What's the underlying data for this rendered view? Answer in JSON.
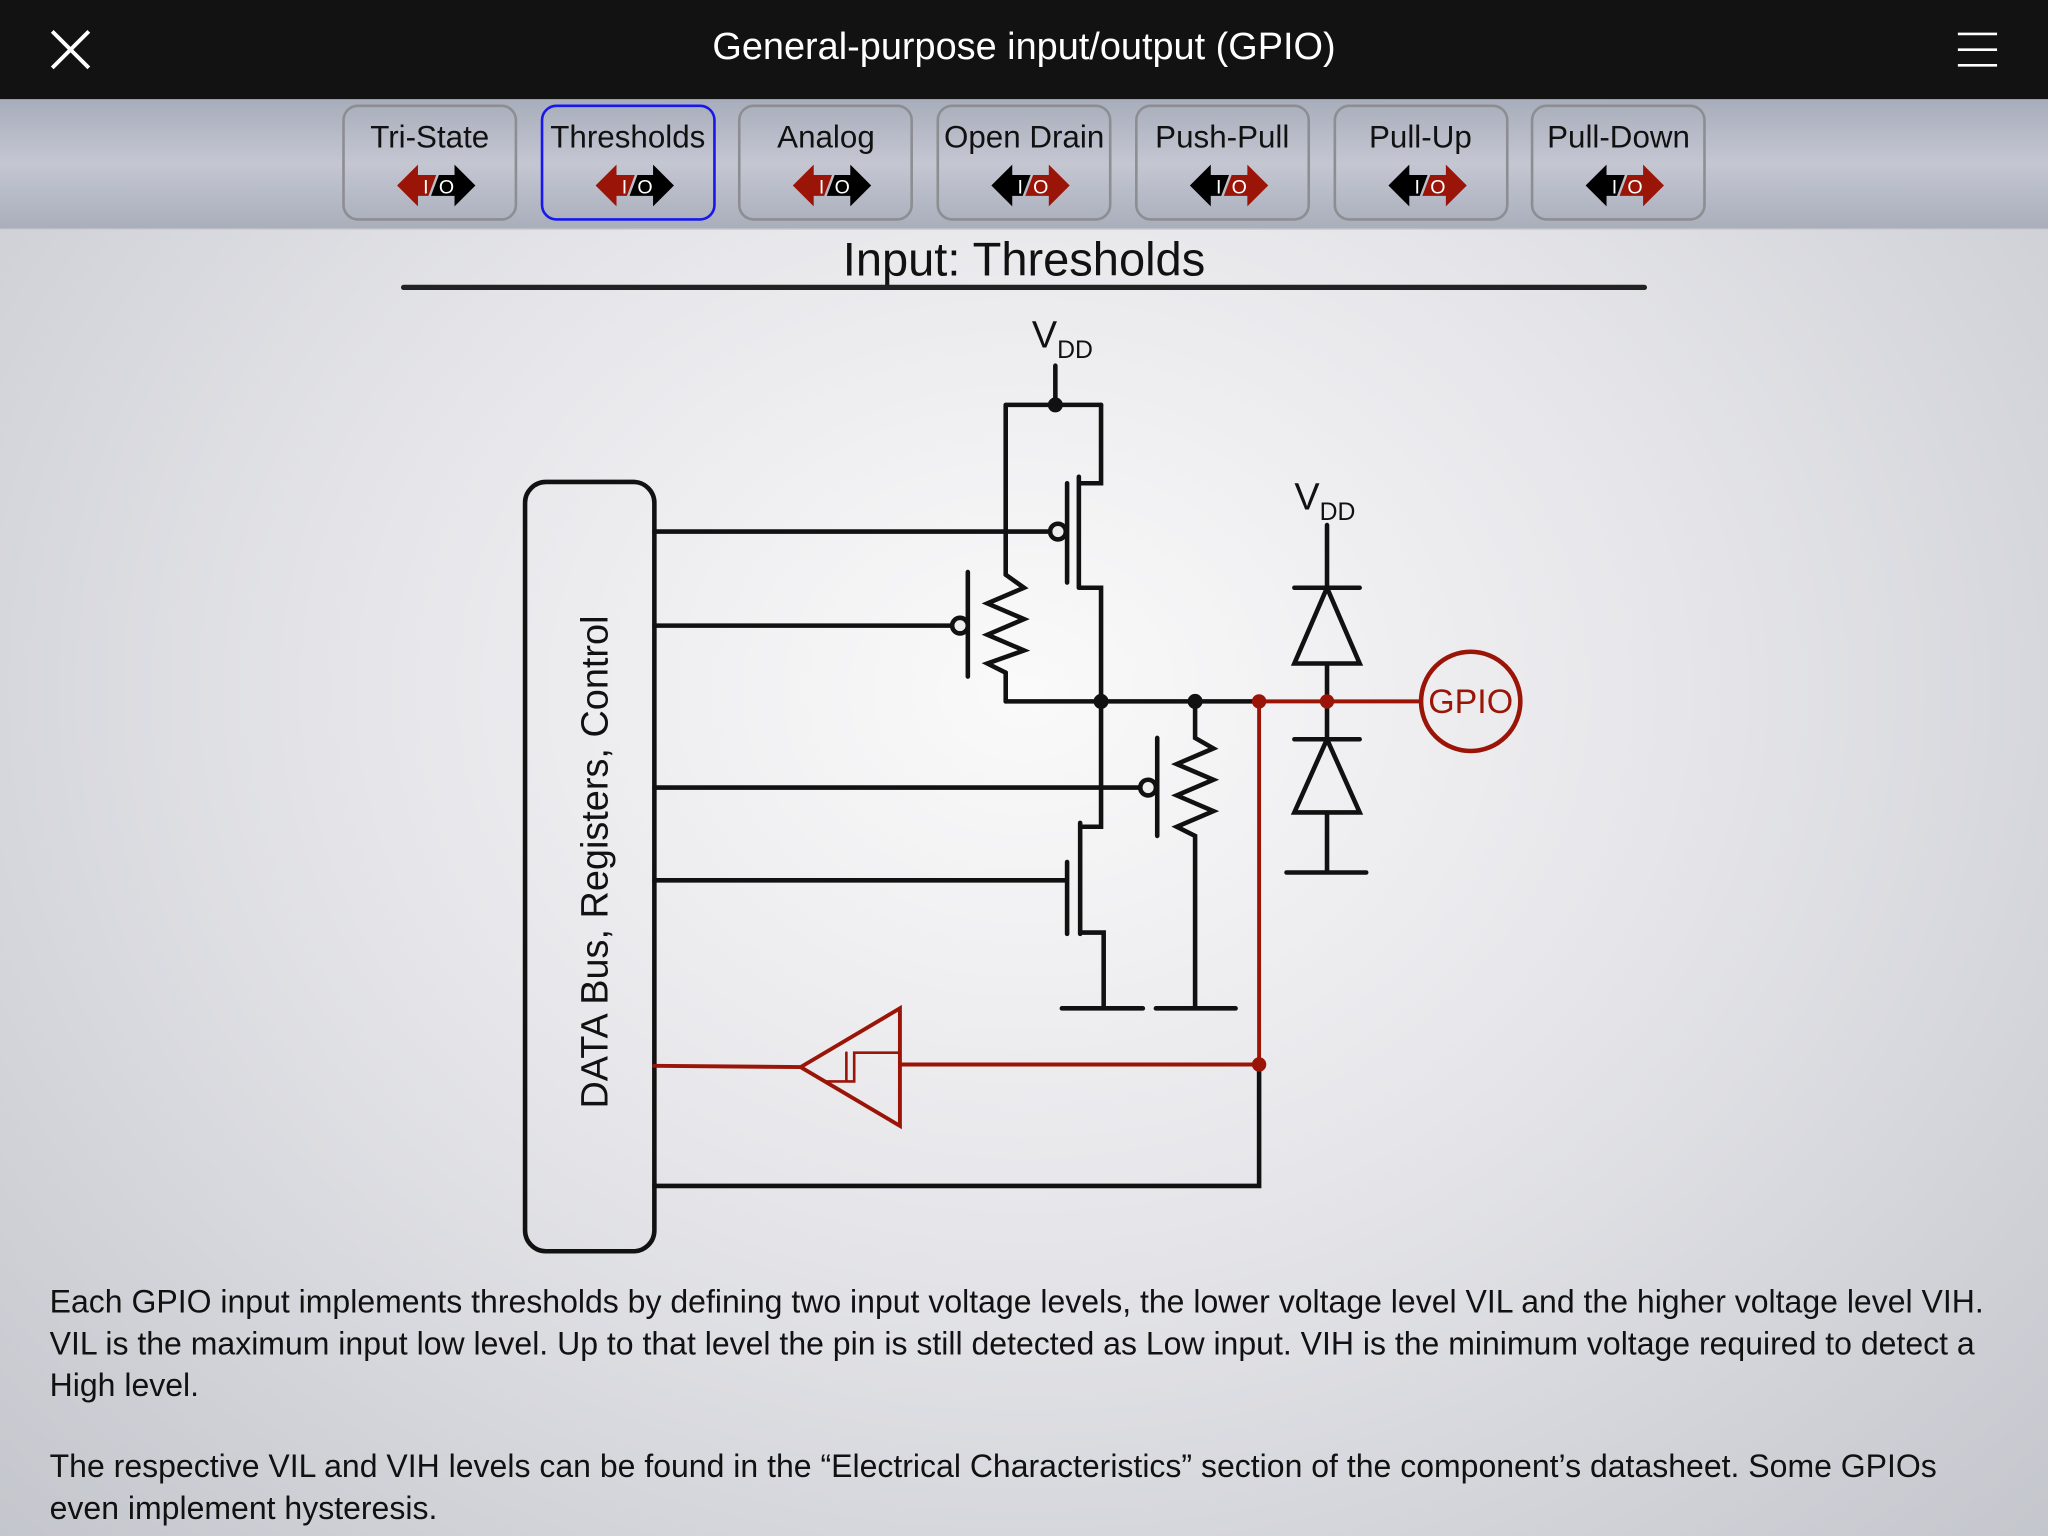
{
  "header": {
    "title": "General-purpose input/output (GPIO)",
    "close_icon": "close-icon",
    "menu_icon": "hamburger-menu-icon"
  },
  "tabs": [
    {
      "label": "Tri-State",
      "left_color": "#9a1508",
      "right_color": "#000000",
      "active": false
    },
    {
      "label": "Thresholds",
      "left_color": "#9a1508",
      "right_color": "#000000",
      "active": true
    },
    {
      "label": "Analog",
      "left_color": "#9a1508",
      "right_color": "#000000",
      "active": false
    },
    {
      "label": "Open Drain",
      "left_color": "#000000",
      "right_color": "#9a1508",
      "active": false
    },
    {
      "label": "Push-Pull",
      "left_color": "#000000",
      "right_color": "#9a1508",
      "active": false
    },
    {
      "label": "Pull-Up",
      "left_color": "#000000",
      "right_color": "#9a1508",
      "active": false
    },
    {
      "label": "Pull-Down",
      "left_color": "#000000",
      "right_color": "#9a1508",
      "active": false
    }
  ],
  "io_icon": {
    "i": "I",
    "o": "O"
  },
  "page_title": "Input: Thresholds",
  "diagram": {
    "box_label": "DATA Bus, Registers, Control",
    "vdd": "V",
    "vdd_sub": "DD",
    "gpio": "GPIO",
    "accent": "#9a1508"
  },
  "description": [
    "Each GPIO input implements thresholds by defining two input voltage levels, the lower voltage level VIL and the higher voltage level VIH. VIL is the maximum input low level. Up to that level the pin is still detected as Low input. VIH is the minimum voltage required to detect a High level.",
    "The respective VIL and VIH levels can be found in the “Electrical Characteristics” section of the component’s datasheet. Some GPIOs even implement hysteresis."
  ]
}
